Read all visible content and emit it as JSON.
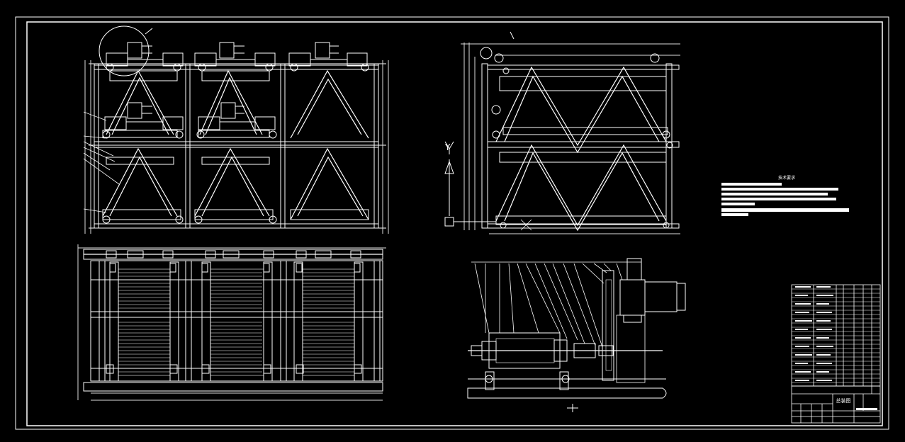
{
  "drawing": {
    "axis_label_y": "Y",
    "axis_label_x": "X",
    "notes_heading": "技术要求",
    "colors": {
      "background": "#000000",
      "line": "#ffffff",
      "dim": "#dddddd"
    }
  },
  "title_block": {
    "drawing_name": "总装图"
  }
}
